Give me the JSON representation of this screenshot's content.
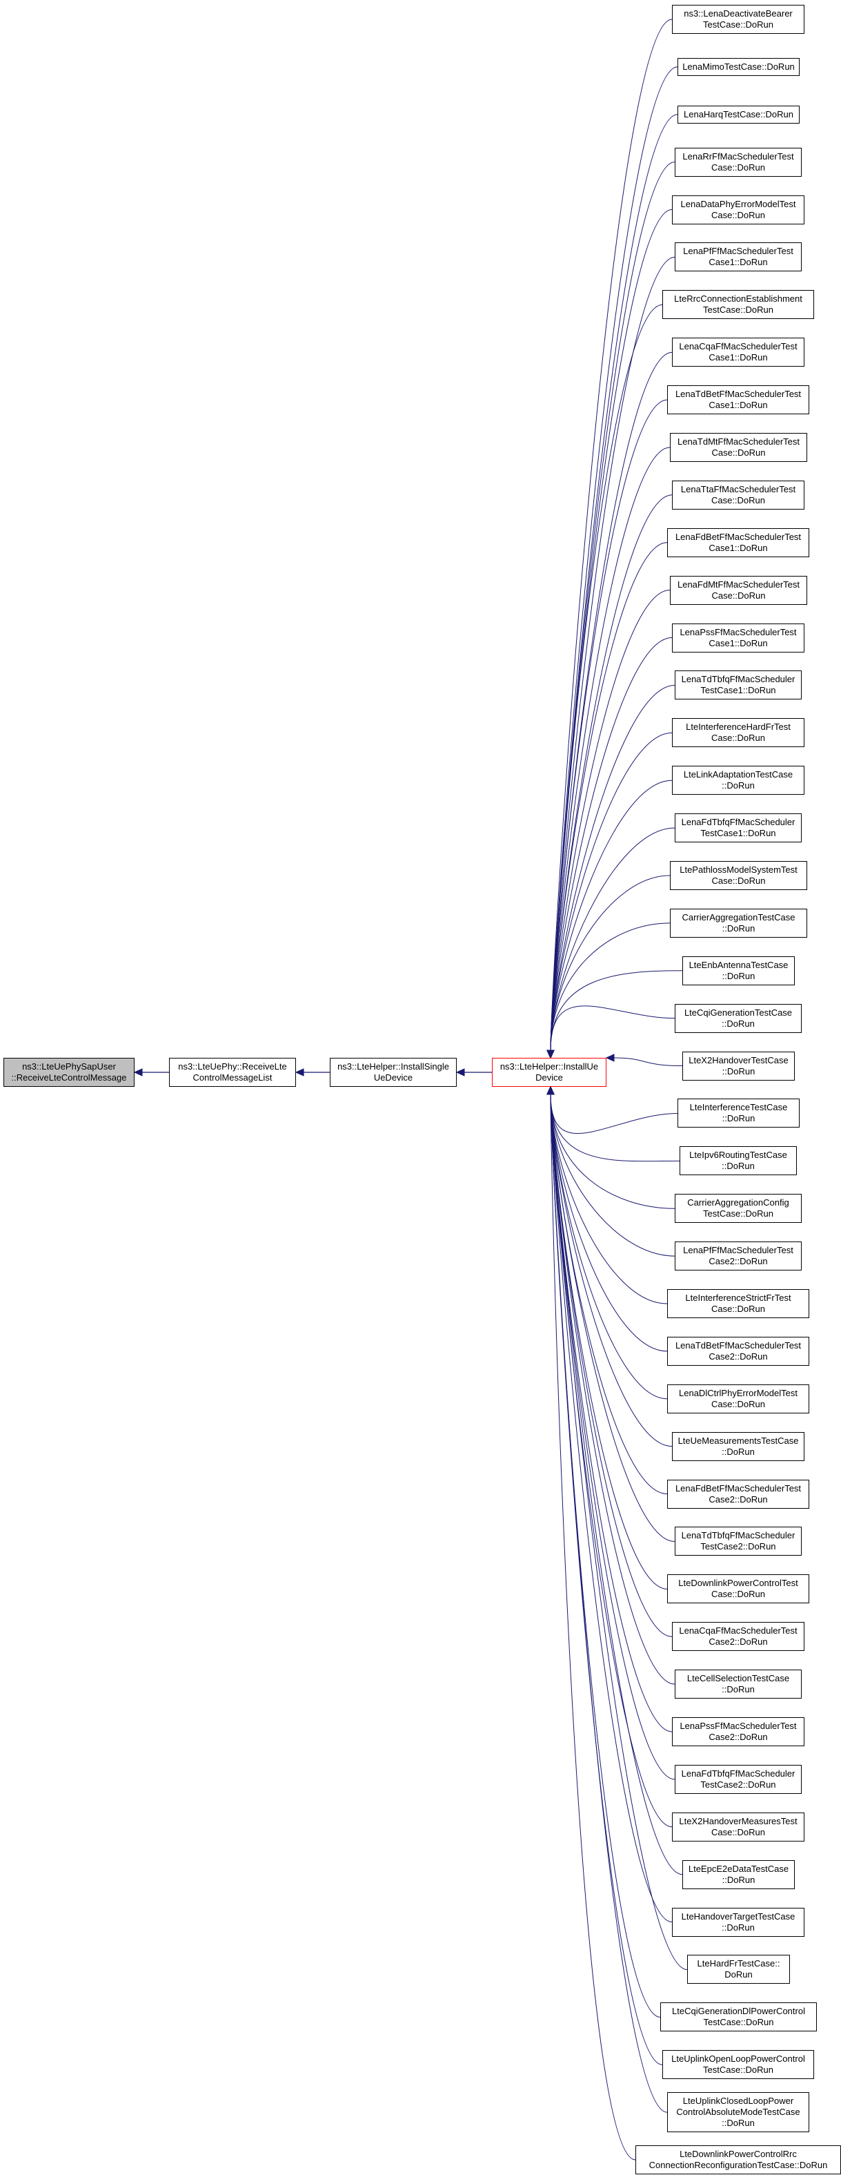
{
  "graph": {
    "root": "ns3::LteUePhySapUser\n::ReceiveLteControlMessage",
    "chain": [
      "ns3::LteUePhy::ReceiveLte\nControlMessageList",
      "ns3::LteHelper::InstallSingle\nUeDevice",
      "ns3::LteHelper::InstallUe\nDevice"
    ],
    "callers": [
      "ns3::LenaDeactivateBearer\nTestCase::DoRun",
      "LenaMimoTestCase::DoRun",
      "LenaHarqTestCase::DoRun",
      "LenaRrFfMacSchedulerTest\nCase::DoRun",
      "LenaDataPhyErrorModelTest\nCase::DoRun",
      "LenaPfFfMacSchedulerTest\nCase1::DoRun",
      "LteRrcConnectionEstablishment\nTestCase::DoRun",
      "LenaCqaFfMacSchedulerTest\nCase1::DoRun",
      "LenaTdBetFfMacSchedulerTest\nCase1::DoRun",
      "LenaTdMtFfMacSchedulerTest\nCase::DoRun",
      "LenaTtaFfMacSchedulerTest\nCase::DoRun",
      "LenaFdBetFfMacSchedulerTest\nCase1::DoRun",
      "LenaFdMtFfMacSchedulerTest\nCase::DoRun",
      "LenaPssFfMacSchedulerTest\nCase1::DoRun",
      "LenaTdTbfqFfMacScheduler\nTestCase1::DoRun",
      "LteInterferenceHardFrTest\nCase::DoRun",
      "LteLinkAdaptationTestCase\n::DoRun",
      "LenaFdTbfqFfMacScheduler\nTestCase1::DoRun",
      "LtePathlossModelSystemTest\nCase::DoRun",
      "CarrierAggregationTestCase\n::DoRun",
      "LteEnbAntennaTestCase\n::DoRun",
      "LteCqiGenerationTestCase\n::DoRun",
      "LteX2HandoverTestCase\n::DoRun",
      "LteInterferenceTestCase\n::DoRun",
      "LteIpv6RoutingTestCase\n::DoRun",
      "CarrierAggregationConfig\nTestCase::DoRun",
      "LenaPfFfMacSchedulerTest\nCase2::DoRun",
      "LteInterferenceStrictFrTest\nCase::DoRun",
      "LenaTdBetFfMacSchedulerTest\nCase2::DoRun",
      "LenaDlCtrlPhyErrorModelTest\nCase::DoRun",
      "LteUeMeasurementsTestCase\n::DoRun",
      "LenaFdBetFfMacSchedulerTest\nCase2::DoRun",
      "LenaTdTbfqFfMacScheduler\nTestCase2::DoRun",
      "LteDownlinkPowerControlTest\nCase::DoRun",
      "LenaCqaFfMacSchedulerTest\nCase2::DoRun",
      "LteCellSelectionTestCase\n::DoRun",
      "LenaPssFfMacSchedulerTest\nCase2::DoRun",
      "LenaFdTbfqFfMacScheduler\nTestCase2::DoRun",
      "LteX2HandoverMeasuresTest\nCase::DoRun",
      "LteEpcE2eDataTestCase\n::DoRun",
      "LteHandoverTargetTestCase\n::DoRun",
      "LteHardFrTestCase::\nDoRun",
      "LteCqiGenerationDlPowerControl\nTestCase::DoRun",
      "LteUplinkOpenLoopPowerControl\nTestCase::DoRun",
      "LteUplinkClosedLoopPower\nControlAbsoluteModeTestCase\n::DoRun",
      "LteDownlinkPowerControlRrc\nConnectionReconfigurationTestCase::DoRun"
    ],
    "colors": {
      "edge": "#191970",
      "highlight": "#ff0000",
      "root_fill": "#bfbfbf"
    }
  }
}
